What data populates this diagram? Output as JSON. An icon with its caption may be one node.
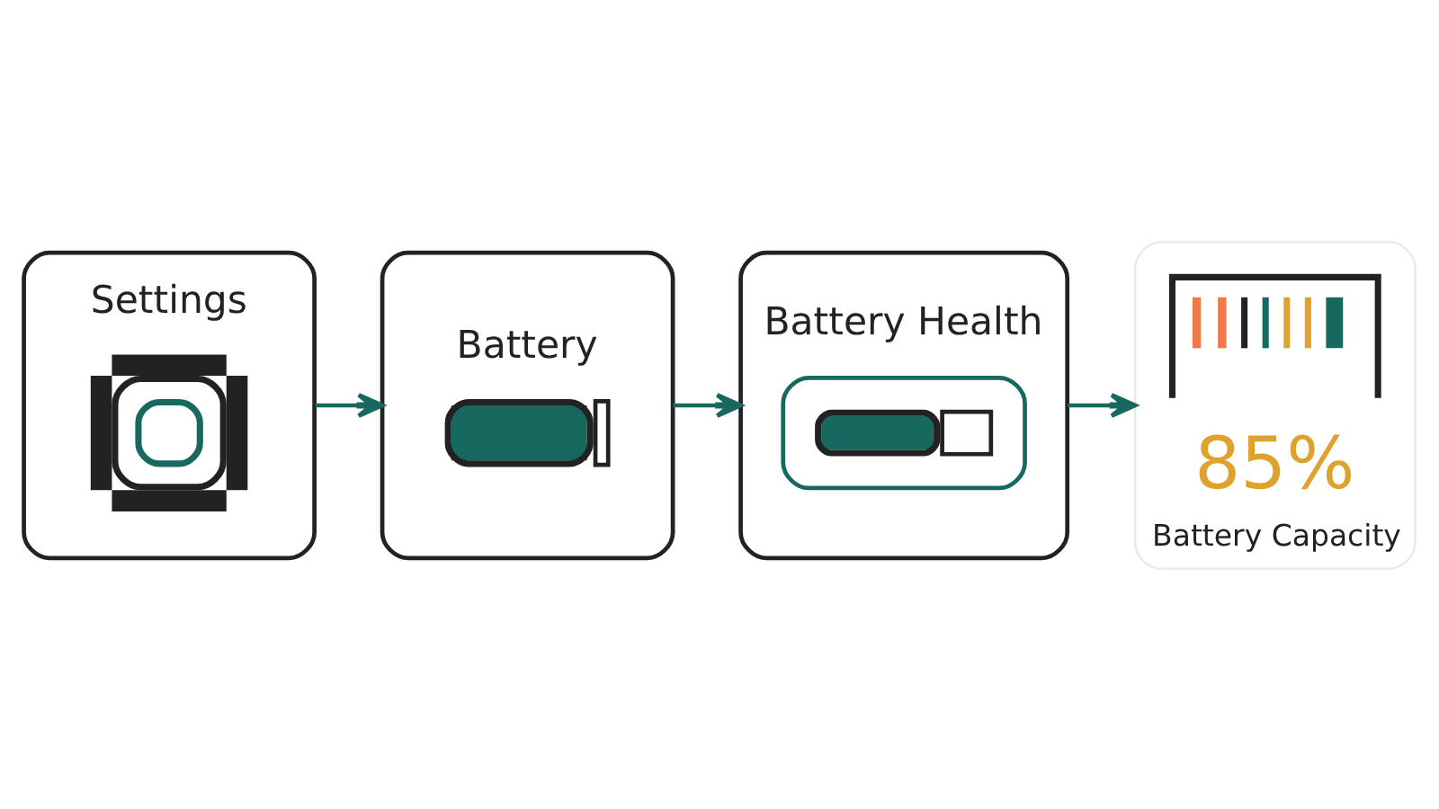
{
  "diagram": {
    "nodes": [
      {
        "text": [
          "Settings"
        ]
      },
      {
        "text": [
          "Battery"
        ]
      },
      {
        "text": [
          "Battery Health"
        ]
      },
      {
        "text": [
          "85%",
          "Battery Capacity"
        ]
      }
    ],
    "edges": [
      {
        "from": 0,
        "to": 1,
        "arrow": "to"
      },
      {
        "from": 1,
        "to": 2,
        "arrow": "to"
      },
      {
        "from": 2,
        "to": 3,
        "arrow": "to"
      }
    ]
  }
}
